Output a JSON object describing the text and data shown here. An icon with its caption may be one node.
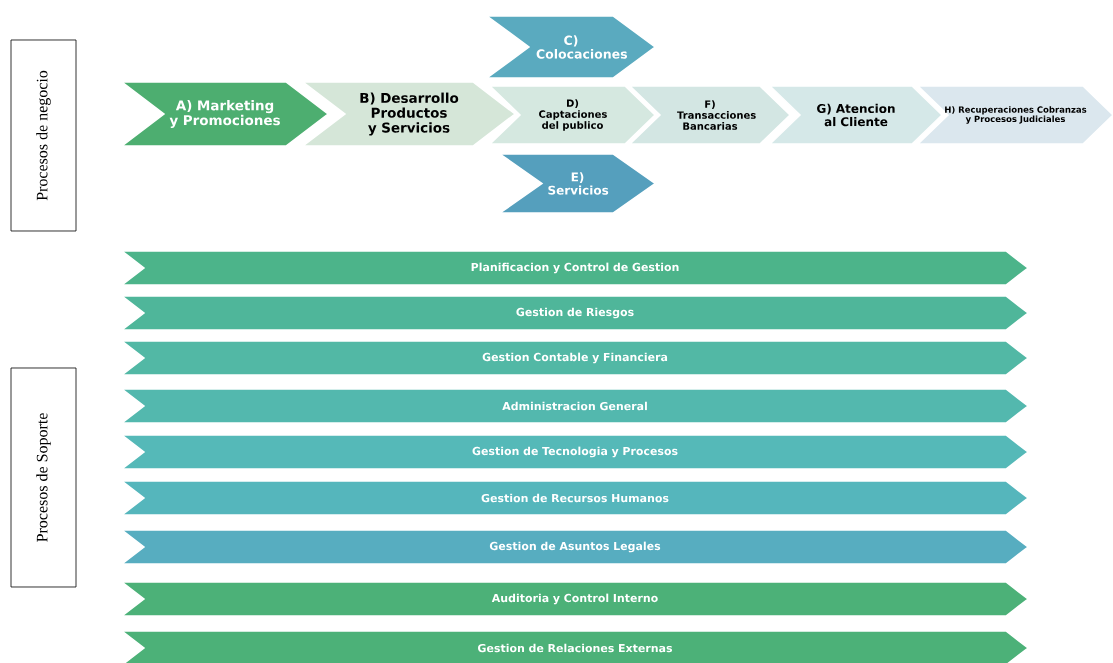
{
  "diagram": {
    "nodes": [
      {
        "text": [
          "Procesos de negocio"
        ]
      },
      {
        "text": [
          "A) Marketing y Promociones"
        ]
      },
      {
        "text": [
          "B) Desarrollo Productos y Servicios"
        ]
      },
      {
        "text": [
          "C) Colocaciones"
        ]
      },
      {
        "text": [
          "D) Captaciones del publico"
        ]
      },
      {
        "text": [
          "E) Servicios"
        ]
      },
      {
        "text": [
          "F) Transacciones Bancarias"
        ]
      },
      {
        "text": [
          "G) Atencion al Cliente"
        ]
      },
      {
        "text": [
          "H) Recuperaciones Cobranzas y Procesos Judiciales"
        ]
      },
      {
        "text": [
          "Procesos de Soporte"
        ]
      },
      {
        "text": [
          "Planificacion y Control de Gestion"
        ]
      },
      {
        "text": [
          "Gestion de Riesgos"
        ]
      },
      {
        "text": [
          "Gestion Contable y Financiera"
        ]
      },
      {
        "text": [
          "Administracion General"
        ]
      },
      {
        "text": [
          "Gestion de Tecnologia y Procesos"
        ]
      },
      {
        "text": [
          "Gestion de Recursos Humanos"
        ]
      },
      {
        "text": [
          "Gestion de Asuntos Legales"
        ]
      },
      {
        "text": [
          "Auditoria y Control Interno"
        ]
      },
      {
        "text": [
          "Gestion de Relaciones Externas"
        ]
      }
    ],
    "edges": []
  }
}
